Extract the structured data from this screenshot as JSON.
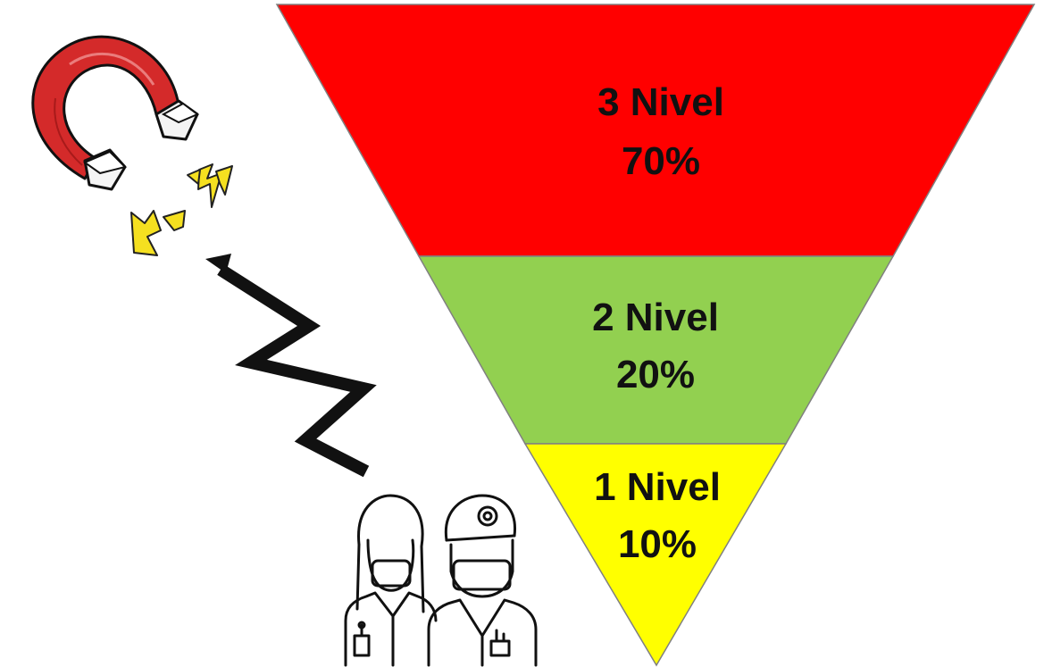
{
  "levels": [
    {
      "name": "3 Nivel",
      "percent": "70%",
      "color": "#ff0000"
    },
    {
      "name": "2 Nivel",
      "percent": "20%",
      "color": "#92d050"
    },
    {
      "name": "1 Nivel",
      "percent": "10%",
      "color": "#ffff00"
    }
  ],
  "icons": {
    "magnet": "magnet-icon",
    "sparks": "spark-icon",
    "arrow": "zigzag-arrow-icon",
    "people": "medical-staff-icon"
  }
}
